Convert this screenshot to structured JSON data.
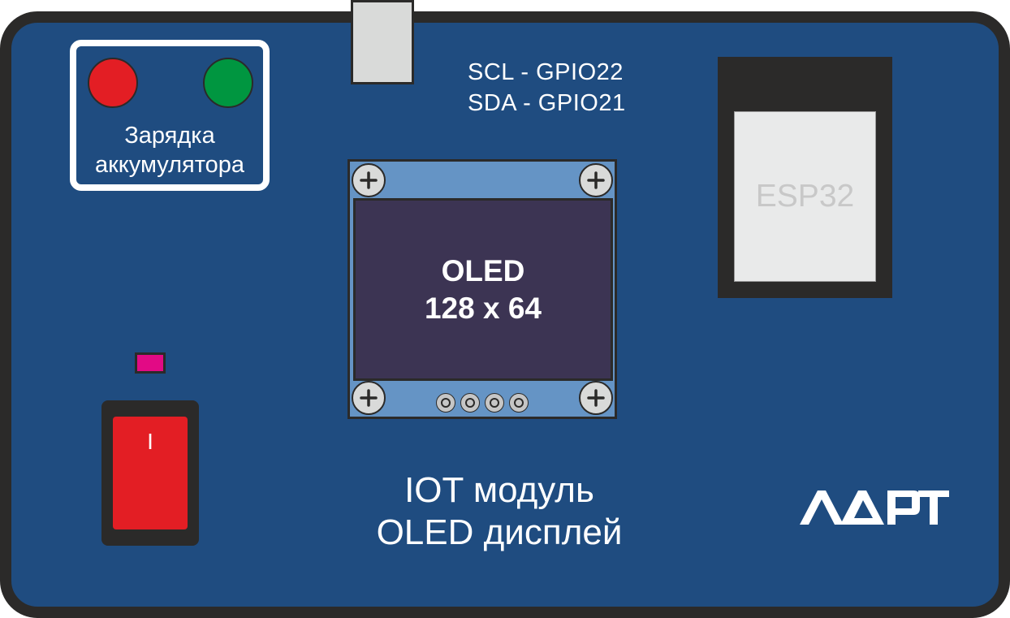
{
  "board": {
    "background_color": "#1f4c80",
    "border_color": "#2b2a29"
  },
  "charge_indicator": {
    "label_line1": "Зарядка",
    "label_line2": "аккумулятора",
    "leds": [
      {
        "name": "red-led",
        "color": "#e31e24"
      },
      {
        "name": "green-led",
        "color": "#009640"
      }
    ]
  },
  "i2c_pins": {
    "scl": "SCL - GPIO22",
    "sda": "SDA - GPIO21"
  },
  "oled": {
    "line1": "OLED",
    "line2": "128 x 64",
    "screen_color": "#3c3453",
    "pcb_color": "#6594c5",
    "pin_count": 4
  },
  "esp32": {
    "label": "ESP32"
  },
  "power": {
    "led_color": "#e20a85",
    "switch_mark": "I",
    "switch_color": "#e31e24"
  },
  "title": {
    "line1": "IOT модуль",
    "line2": "OLED дисплей"
  },
  "logo": {
    "text": "ЛАРТ",
    "icon": "lart-logo-icon"
  }
}
